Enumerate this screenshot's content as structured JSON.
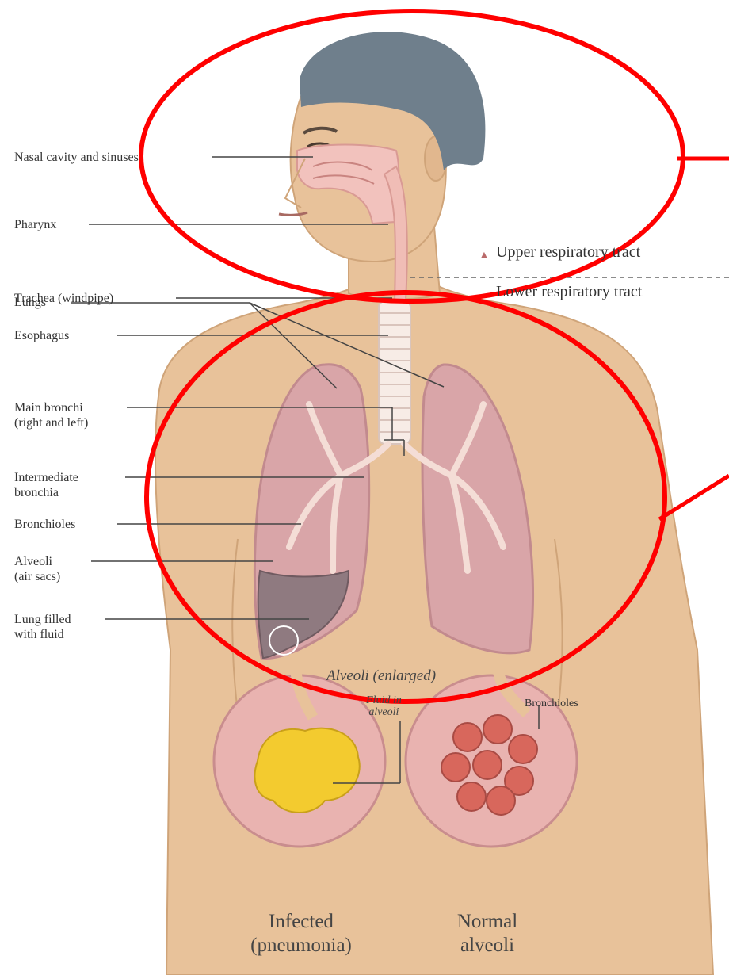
{
  "labels": {
    "nasal": "Nasal cavity and sinuses",
    "pharynx": "Pharynx",
    "trachea": "Trachea (windpipe)",
    "esophagus": "Esophagus",
    "lungs": "Lungs",
    "main_bronchi_1": "Main bronchi",
    "main_bronchi_2": "(right and left)",
    "intermediate_1": "Intermediate",
    "intermediate_2": "bronchia",
    "bronchioles": "Bronchioles",
    "alveoli_1": "Alveoli",
    "alveoli_2": "(air sacs)",
    "fluid_1": "Lung filled",
    "fluid_2": "with fluid"
  },
  "legend": {
    "upper": "Upper respiratory tract",
    "lower": "Lower respiratory tract"
  },
  "enlarged": {
    "title": "Alveoli (enlarged)",
    "fluid_1": "Fluid in",
    "fluid_2": "alveoli",
    "bronchioles": "Bronchioles"
  },
  "captions": {
    "infected_1": "Infected",
    "infected_2": "(pneumonia)",
    "normal_1": "Normal",
    "normal_2": "alveoli"
  },
  "colors": {
    "skin": "#e8c29a",
    "hair": "#6f7f8c",
    "lung": "#d9a5a8",
    "annotation_red": "#ff0000"
  }
}
